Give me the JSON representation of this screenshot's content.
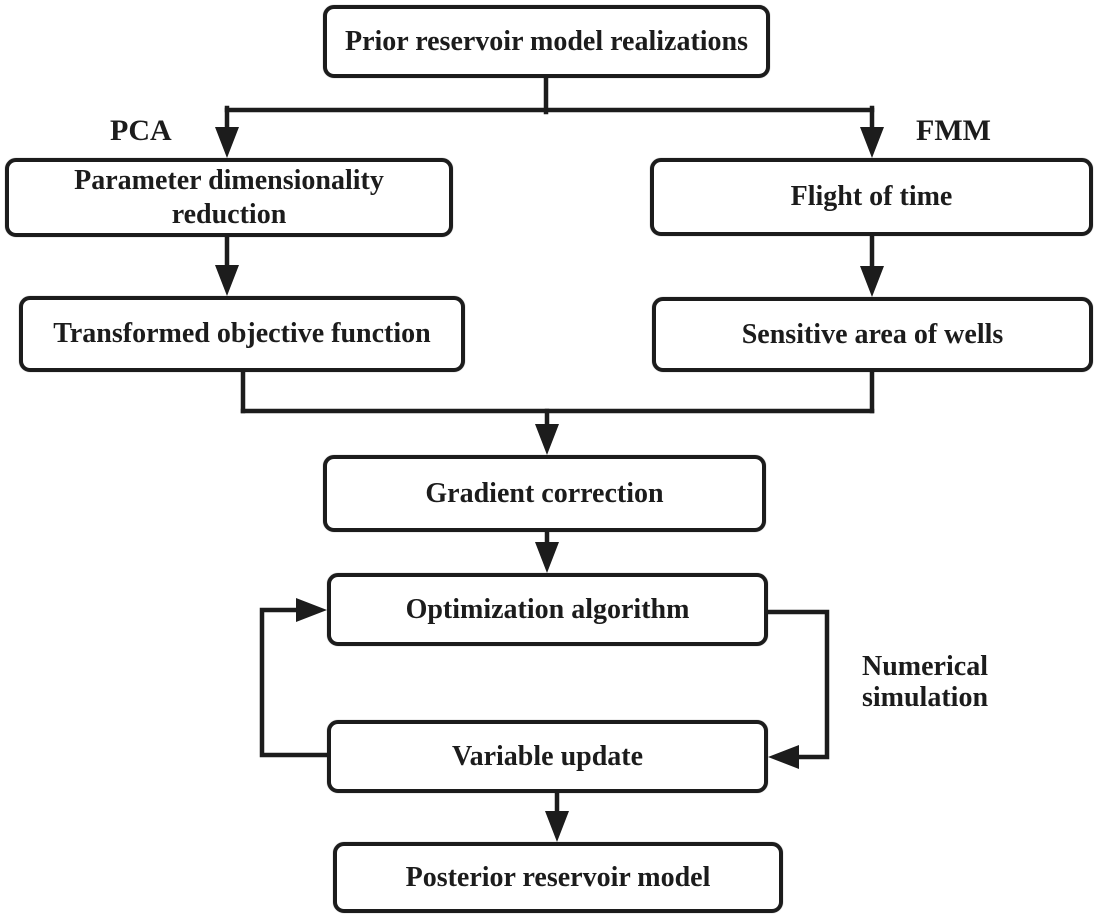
{
  "diagram": {
    "nodes": {
      "prior": "Prior reservoir model realizations",
      "param_reduction": "Parameter dimensionality reduction",
      "flight_of_time": "Flight of time",
      "transformed_objective": "Transformed objective function",
      "sensitive_area": "Sensitive area of wells",
      "gradient_correction": "Gradient correction",
      "optimization": "Optimization algorithm",
      "variable_update": "Variable update",
      "posterior": "Posterior reservoir model"
    },
    "edge_labels": {
      "pca": "PCA",
      "fmm": "FMM",
      "numerical_simulation": "Numerical simulation"
    },
    "colors": {
      "ink": "#1c1c1c",
      "background": "#ffffff"
    }
  }
}
